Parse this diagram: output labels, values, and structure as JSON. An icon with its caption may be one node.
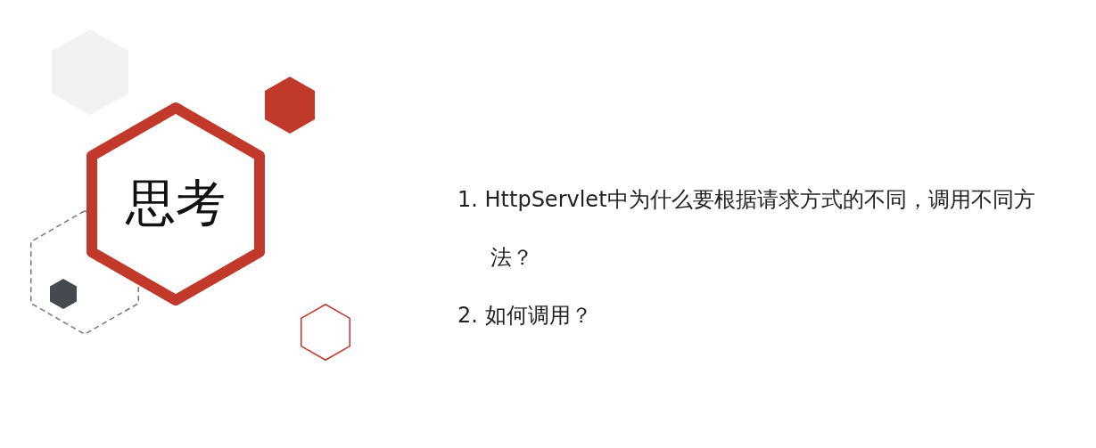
{
  "diagram": {
    "nodes": [
      {
        "text": [
          "思考"
        ]
      },
      {
        "text": [],
        "shape": "hexagon"
      },
      {
        "text": [],
        "shape": "hexagon"
      },
      {
        "text": [],
        "shape": "hexagon",
        "in": 2
      },
      {
        "text": [],
        "shape": "hexagon"
      },
      {
        "text": [],
        "shape": "hexagon"
      }
    ],
    "edges": [],
    "labels": [
      "1. HttpServlet中为什么要根据请求方式的不同，调用不同方法？",
      "2. 如何调用？"
    ]
  }
}
